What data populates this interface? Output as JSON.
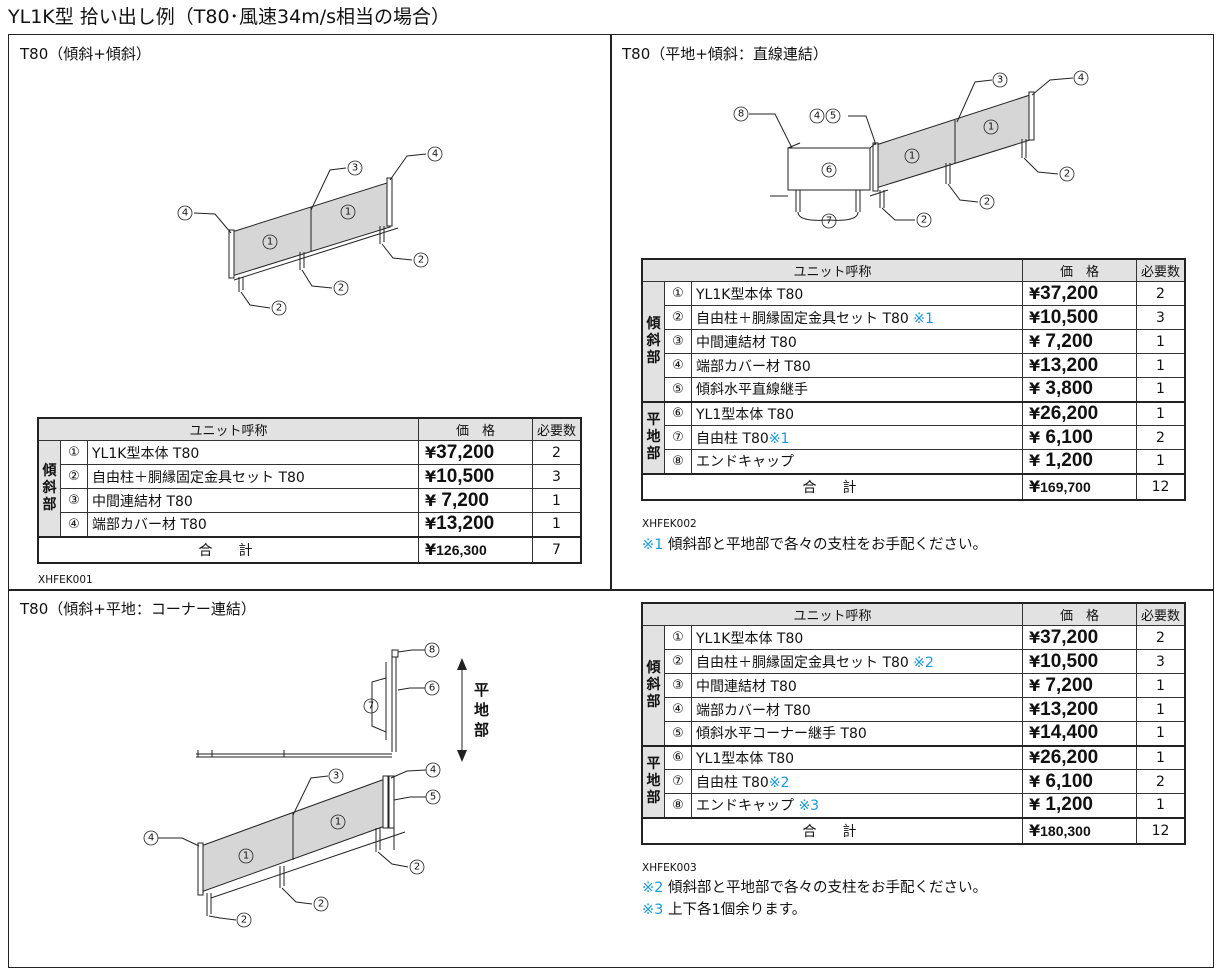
{
  "page_title": "YL1K型 拾い出し例（T80･風速34m/s相当の場合）",
  "headers": {
    "unit_name": "ユニット呼称",
    "price": "価　格",
    "qty": "必要数",
    "total": "合　計"
  },
  "sections": {
    "s1": {
      "title": "T80（傾斜+傾斜）",
      "code": "XHFEK001",
      "groups": [
        {
          "label": "傾\n斜\n部",
          "rows": [
            {
              "num": "①",
              "name": "YL1K型本体  T80",
              "mark": "",
              "yen": "¥",
              "price": "37,200",
              "qty": "2"
            },
            {
              "num": "②",
              "name": "自由柱＋胴縁固定金具セット  T80",
              "mark": "",
              "yen": "¥",
              "price": "10,500",
              "qty": "3"
            },
            {
              "num": "③",
              "name": "中間連結材  T80",
              "mark": "",
              "yen": "¥",
              "price": " 7,200",
              "qty": "1"
            },
            {
              "num": "④",
              "name": "端部カバー材  T80",
              "mark": "",
              "yen": "¥",
              "price": "13,200",
              "qty": "1"
            }
          ]
        }
      ],
      "total": {
        "yen": "¥",
        "price": "126,300",
        "qty": "7"
      }
    },
    "s2": {
      "title": "T80（平地+傾斜：直線連結）",
      "code": "XHFEK002",
      "groups": [
        {
          "label": "傾\n斜\n部",
          "rows": [
            {
              "num": "①",
              "name": "YL1K型本体  T80",
              "mark": "",
              "yen": "¥",
              "price": "37,200",
              "qty": "2"
            },
            {
              "num": "②",
              "name": "自由柱＋胴縁固定金具セット  T80",
              "mark": "※1",
              "yen": "¥",
              "price": "10,500",
              "qty": "3"
            },
            {
              "num": "③",
              "name": "中間連結材  T80",
              "mark": "",
              "yen": "¥",
              "price": " 7,200",
              "qty": "1"
            },
            {
              "num": "④",
              "name": "端部カバー材  T80",
              "mark": "",
              "yen": "¥",
              "price": "13,200",
              "qty": "1"
            },
            {
              "num": "⑤",
              "name": "傾斜水平直線継手",
              "mark": "",
              "yen": "¥",
              "price": " 3,800",
              "qty": "1"
            }
          ]
        },
        {
          "label": "平\n地\n部",
          "rows": [
            {
              "num": "⑥",
              "name": "YL1型本体  T80",
              "mark": "",
              "yen": "¥",
              "price": "26,200",
              "qty": "1"
            },
            {
              "num": "⑦",
              "name": "自由柱  T80",
              "mark": "※1",
              "yen": "¥",
              "price": " 6,100",
              "qty": "2"
            },
            {
              "num": "⑧",
              "name": "エンドキャップ",
              "mark": "",
              "yen": "¥",
              "price": " 1,200",
              "qty": "1"
            }
          ]
        }
      ],
      "total": {
        "yen": "¥",
        "price": "169,700",
        "qty": "12"
      },
      "notes": [
        {
          "mark": "※1",
          "text": " 傾斜部と平地部で各々の支柱をお手配ください。"
        }
      ]
    },
    "s3": {
      "title": "T80（傾斜+平地：コーナー連結）",
      "code": "XHFEK003",
      "side_label": "平\n地\n部",
      "groups": [
        {
          "label": "傾\n斜\n部",
          "rows": [
            {
              "num": "①",
              "name": "YL1K型本体  T80",
              "mark": "",
              "yen": "¥",
              "price": "37,200",
              "qty": "2"
            },
            {
              "num": "②",
              "name": "自由柱＋胴縁固定金具セット  T80",
              "mark": "※2",
              "yen": "¥",
              "price": "10,500",
              "qty": "3"
            },
            {
              "num": "③",
              "name": "中間連結材  T80",
              "mark": "",
              "yen": "¥",
              "price": " 7,200",
              "qty": "1"
            },
            {
              "num": "④",
              "name": "端部カバー材  T80",
              "mark": "",
              "yen": "¥",
              "price": "13,200",
              "qty": "1"
            },
            {
              "num": "⑤",
              "name": "傾斜水平コーナー継手  T80",
              "mark": "",
              "yen": "¥",
              "price": "14,400",
              "qty": "1"
            }
          ]
        },
        {
          "label": "平\n地\n部",
          "rows": [
            {
              "num": "⑥",
              "name": "YL1型本体  T80",
              "mark": "",
              "yen": "¥",
              "price": "26,200",
              "qty": "1"
            },
            {
              "num": "⑦",
              "name": "自由柱  T80",
              "mark": "※2",
              "yen": "¥",
              "price": " 6,100",
              "qty": "2"
            },
            {
              "num": "⑧",
              "name": "エンドキャップ",
              "mark": "※3",
              "yen": "¥",
              "price": " 1,200",
              "qty": "1"
            }
          ]
        }
      ],
      "total": {
        "yen": "¥",
        "price": "180,300",
        "qty": "12"
      },
      "notes": [
        {
          "mark": "※2",
          "text": " 傾斜部と平地部で各々の支柱をお手配ください。"
        },
        {
          "mark": "※3",
          "text": " 上下各1個余ります。"
        }
      ]
    }
  },
  "colors": {
    "note_mark": "#1a9ad6",
    "panel_fill": "#d6d6d6",
    "header_fill": "#e2e2e2"
  }
}
